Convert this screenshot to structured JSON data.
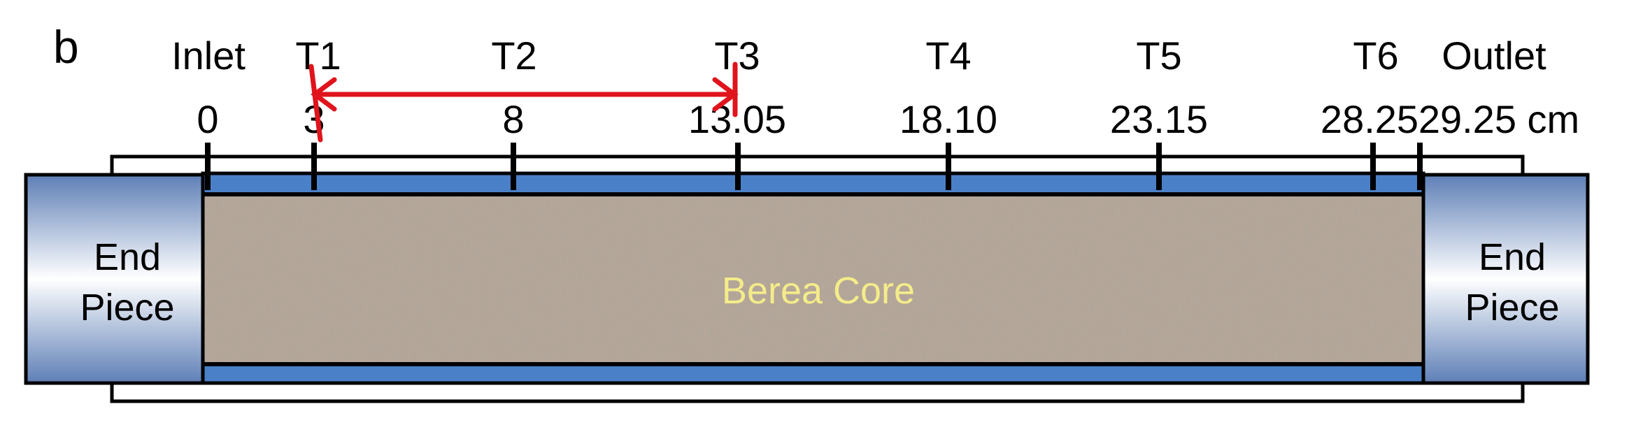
{
  "panel_label": "b",
  "sensors": [
    {
      "name": "Inlet",
      "position": "0"
    },
    {
      "name": "T1",
      "position": "3"
    },
    {
      "name": "T2",
      "position": "8"
    },
    {
      "name": "T3",
      "position": "13.05"
    },
    {
      "name": "T4",
      "position": "18.10"
    },
    {
      "name": "T5",
      "position": "23.15"
    },
    {
      "name": "T6",
      "position": "28.25"
    },
    {
      "name": "Outlet",
      "position": "29.25 cm"
    }
  ],
  "end_piece_left": {
    "line1": "End",
    "line2": "Piece"
  },
  "end_piece_right": {
    "line1": "End",
    "line2": "Piece"
  },
  "core_label": "Berea Core",
  "colors": {
    "sleeve_blue": "#4a80c8",
    "end_piece_light": "#ffffff",
    "end_piece_dark": "#5e7fb6",
    "core_sand": "#b4a698",
    "core_text": "#f4ec8a",
    "arrow_red": "#e0141c",
    "outline": "#000000"
  }
}
